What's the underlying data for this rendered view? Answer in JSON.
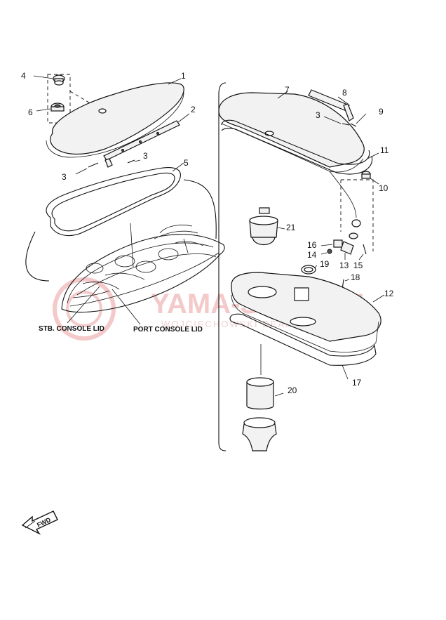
{
  "callouts": {
    "n1": "1",
    "n2": "2",
    "n3a": "3",
    "n3b": "3",
    "n3c": "3",
    "n4": "4",
    "n5": "5",
    "n6": "6",
    "n7": "7",
    "n8": "8",
    "n9": "9",
    "n10": "10",
    "n11": "11",
    "n12": "12",
    "n13": "13",
    "n14": "14",
    "n15": "15",
    "n16": "16",
    "n17": "17",
    "n18": "18",
    "n19": "19",
    "n20": "20",
    "n21": "21"
  },
  "captions": {
    "stb": "STB. CONSOLE LID",
    "port": "PORT CONSOLE LID"
  },
  "fwd_label": "FWD",
  "watermark": {
    "main": "YAMA-SKLEP.PL",
    "sub": "WOJCIECHOWSKI DEALER YAMAHA",
    "color": "#f3c9c9"
  }
}
